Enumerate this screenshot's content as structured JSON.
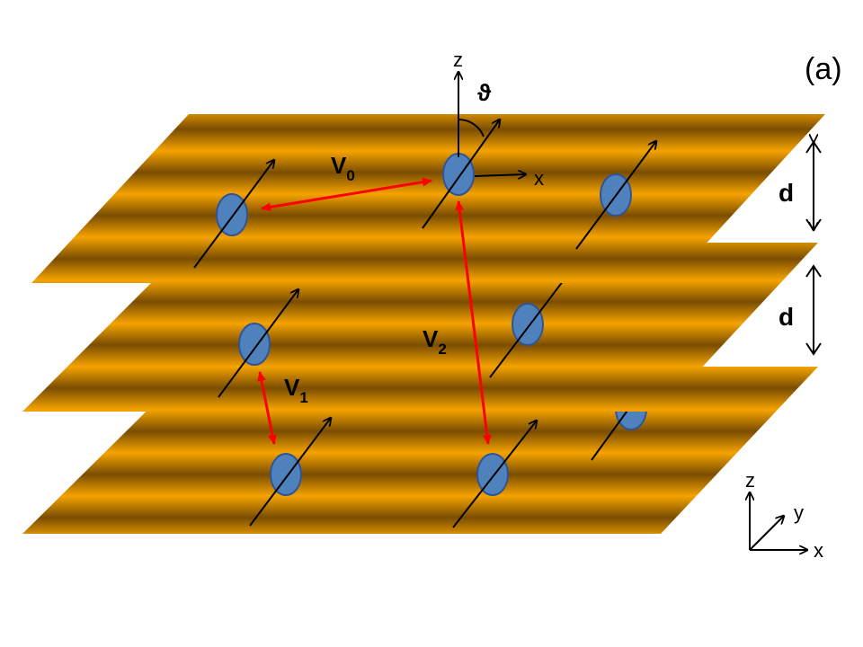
{
  "panel_label": "(a)",
  "axis_top": {
    "z": "z",
    "x": "x",
    "theta": "ϑ"
  },
  "axis_corner": {
    "z": "z",
    "y": "y",
    "x": "x"
  },
  "distances": {
    "d_upper": "d",
    "d_lower": "d"
  },
  "interactions": {
    "v0": {
      "main": "V",
      "sub": "0"
    },
    "v1": {
      "main": "V",
      "sub": "1"
    },
    "v2": {
      "main": "V",
      "sub": "2"
    }
  },
  "colors": {
    "stripe_light": "#f5a300",
    "stripe_dark": "#7a4d00",
    "dipole_fill": "#4f81bd",
    "dipole_stroke": "#2f5597",
    "interaction_arrow": "#ff0000"
  }
}
